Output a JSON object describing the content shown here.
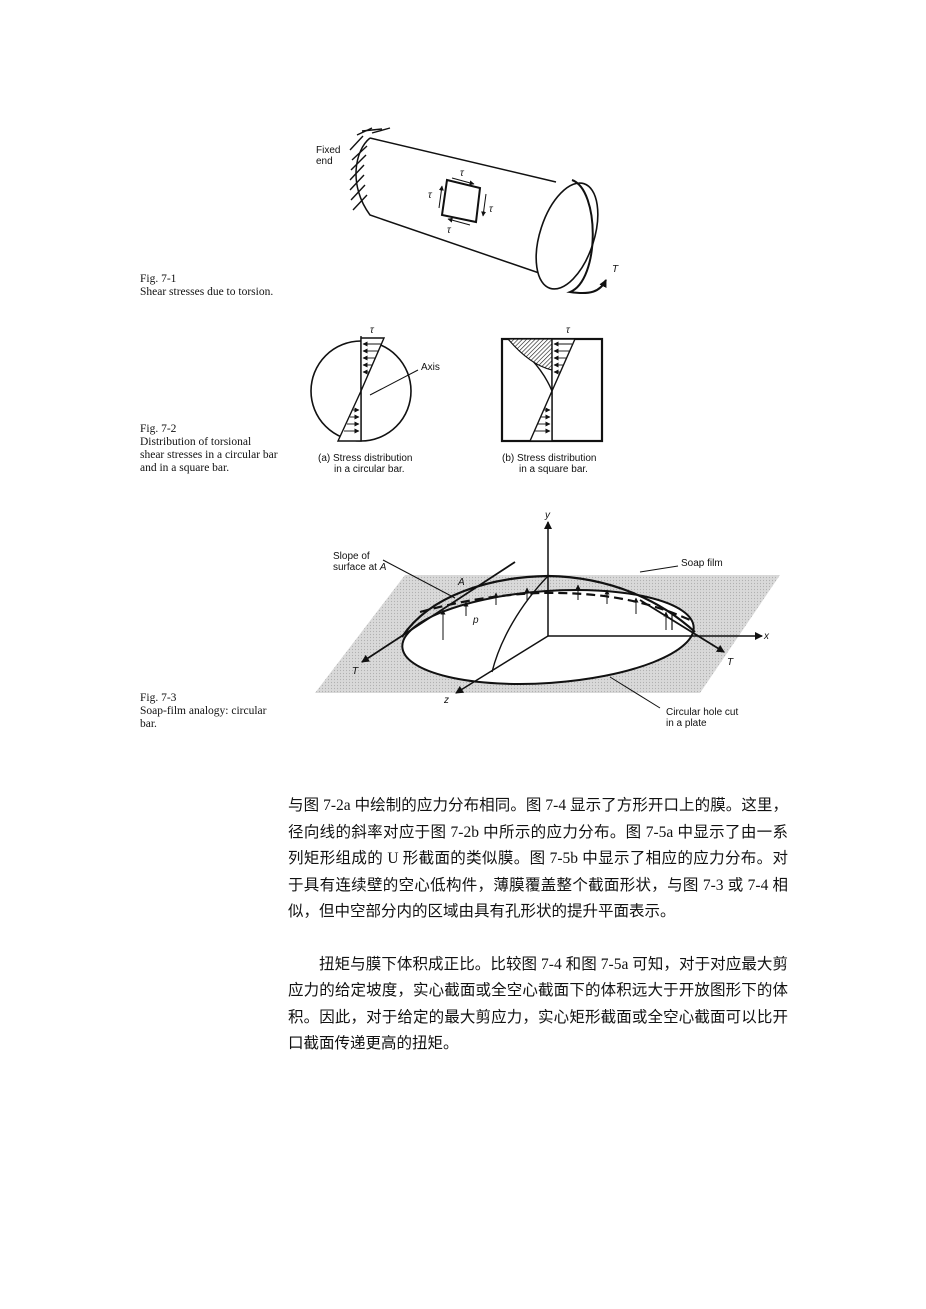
{
  "fig1": {
    "number": "Fig. 7-1",
    "caption": "Shear stresses due to torsion.",
    "fixed_end_label": "Fixed\nend",
    "tau": "τ",
    "torque": "T"
  },
  "fig2": {
    "number": "Fig. 7-2",
    "caption": "Distribution of torsional\nshear stresses in a circular bar\nand in a square bar.",
    "tau": "τ",
    "axis_label": "Axis",
    "sub_a": "(a)  Stress distribution\n       in a circular bar.",
    "sub_b": "(b)  Stress distribution\n       in a square bar."
  },
  "fig3": {
    "number": "Fig. 7-3",
    "caption": "Soap-film analogy: circular\nbar.",
    "slope_label": "Slope of\nsurface at A",
    "point_a": "A",
    "point_p": "p",
    "soap_film": "Soap film",
    "hole_label": "Circular hole cut\nin a plate",
    "x_axis": "x",
    "y_axis": "y",
    "z_axis": "z",
    "torque": "T"
  },
  "body": {
    "paragraph1": "与图 7-2a 中绘制的应力分布相同。图 7-4 显示了方形开口上的膜。这里，径向线的斜率对应于图 7-2b 中所示的应力分布。图 7-5a 中显示了由一系列矩形组成的 U 形截面的类似膜。图 7-5b 中显示了相应的应力分布。对于具有连续壁的空心低构件，薄膜覆盖整个截面形状，与图 7-3 或 7-4 相似，但中空部分内的区域由具有孔形状的提升平面表示。",
    "paragraph2": "扭矩与膜下体积成正比。比较图 7-4 和图 7-5a 可知，对于对应最大剪应力的给定坡度，实心截面或全空心截面下的体积远大于开放图形下的体积。因此，对于给定的最大剪应力，实心矩形截面或全空心截面可以比开口截面传递更高的扭矩。"
  }
}
